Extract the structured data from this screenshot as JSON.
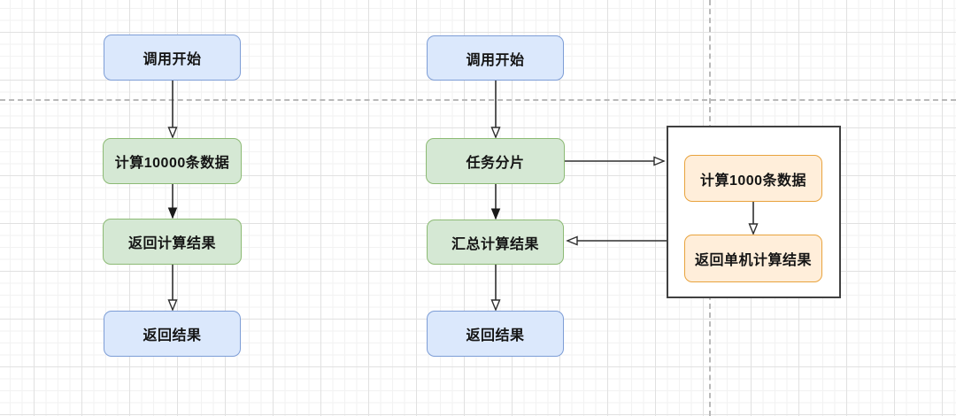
{
  "canvas": {
    "background": "#ffffff",
    "grid_minor_color": "#f2f2f2",
    "grid_major_color": "#e1e1e1",
    "page_boundary_color": "#b9b9b9"
  },
  "palette": {
    "blue_fill": "#dbe8fc",
    "blue_stroke": "#7d9dd6",
    "green_fill": "#d5e8d4",
    "green_stroke": "#8cba74",
    "orange_fill": "#ffeeda",
    "orange_stroke": "#e8a33d",
    "group_stroke": "#404040",
    "arrow_color": "#2f2f2f",
    "text_color": "#141414"
  },
  "left_flow": {
    "nodes": [
      {
        "label": "调用开始",
        "style": "blue"
      },
      {
        "label": "计算10000条数据",
        "style": "green"
      },
      {
        "label": "返回计算结果",
        "style": "green"
      },
      {
        "label": "返回结果",
        "style": "blue"
      }
    ]
  },
  "right_flow": {
    "nodes": [
      {
        "label": "调用开始",
        "style": "blue"
      },
      {
        "label": "任务分片",
        "style": "green"
      },
      {
        "label": "汇总计算结果",
        "style": "green"
      },
      {
        "label": "返回结果",
        "style": "blue"
      }
    ]
  },
  "worker_group": {
    "nodes": [
      {
        "label": "计算1000条数据",
        "style": "orange"
      },
      {
        "label": "返回单机计算结果",
        "style": "orange"
      }
    ]
  }
}
